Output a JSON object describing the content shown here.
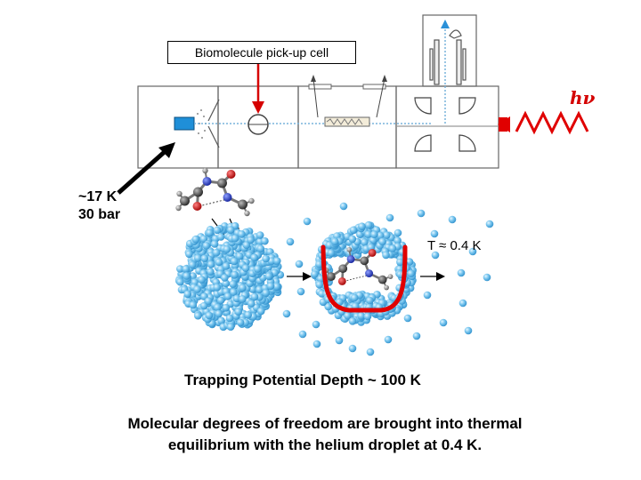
{
  "apparatus": {
    "pickup_label": "Biomolecule pick-up cell",
    "photon_label": "hν"
  },
  "source": {
    "temperature": "~17 K",
    "pressure": "30 bar"
  },
  "droplet": {
    "temperature_label": "T ≈ 0.4 K"
  },
  "trapping_label": "Trapping Potential Depth  ~ 100 K",
  "caption": {
    "line1": "Molecular degrees of freedom are brought into thermal",
    "line2": "equilibrium with the helium droplet at 0.4 K."
  },
  "colors": {
    "helium": "#5fb8ea",
    "laser": "#e00000",
    "nozzle": "#1f8fd8",
    "beamline": "#78b4dc"
  }
}
